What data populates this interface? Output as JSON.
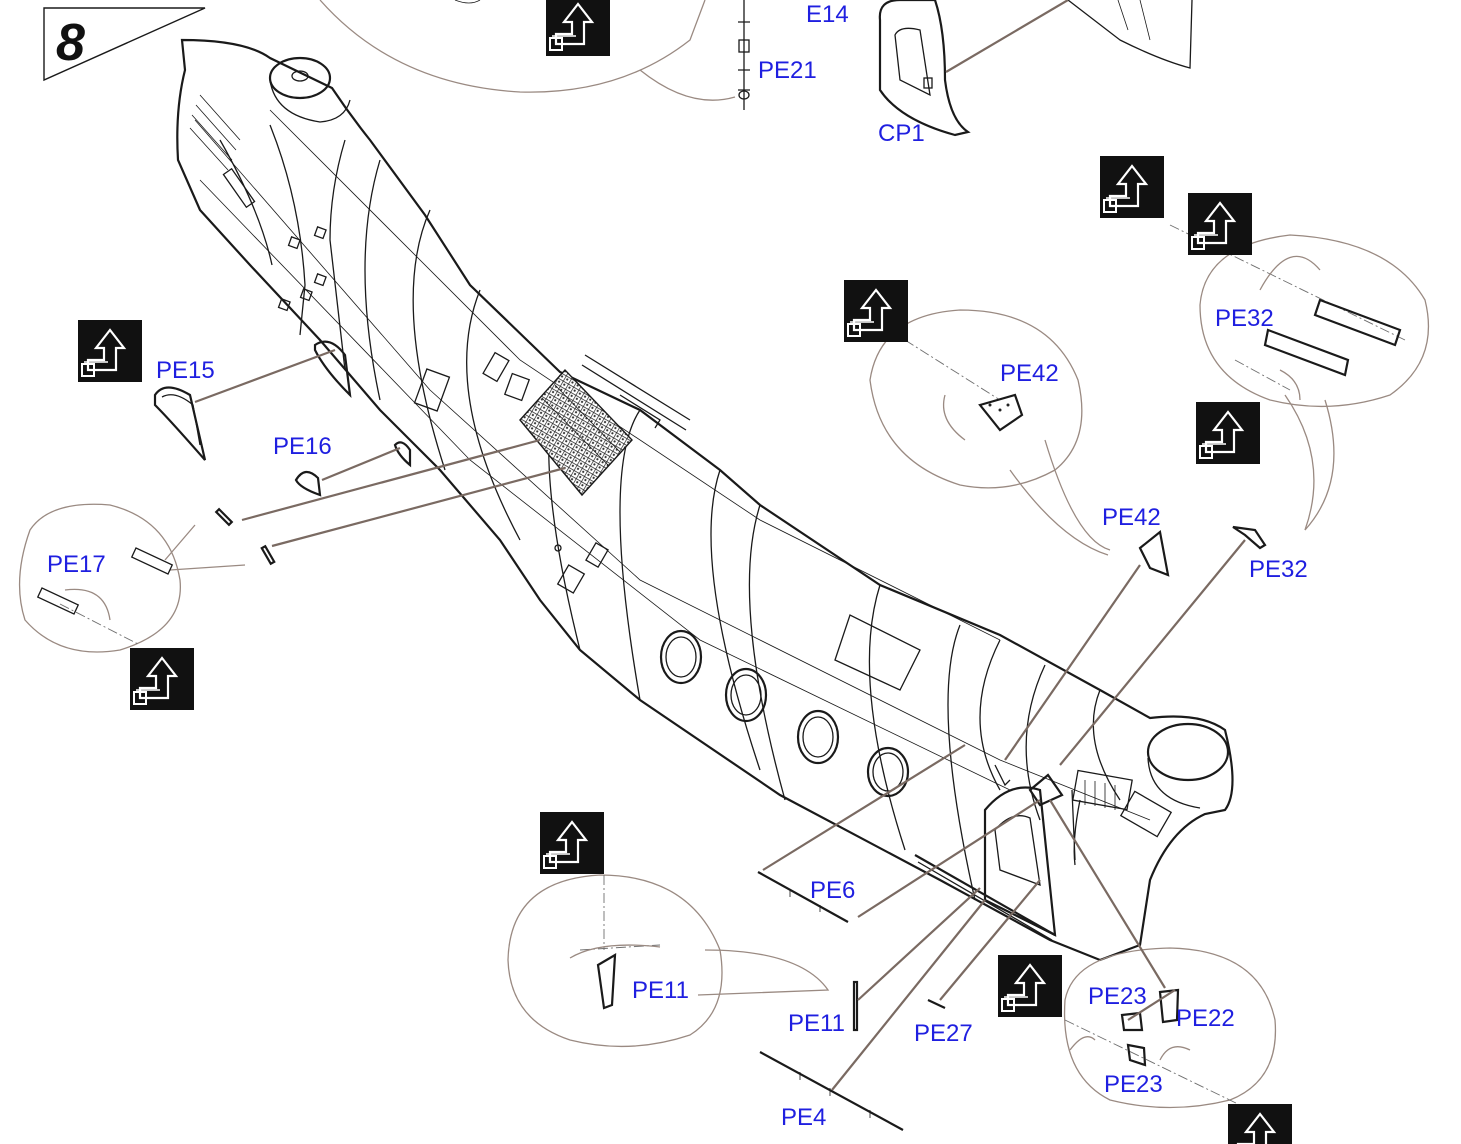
{
  "step": {
    "number": "8"
  },
  "colors": {
    "label": "#1f1fe0",
    "leader": "#7a6a62",
    "outline": "#1a1a1a",
    "detail_circle": "#9a8a82",
    "flip_icon_bg": "#111111"
  },
  "icons": {
    "flip_part": "flip-arrow-icon"
  },
  "labels": [
    {
      "id": "e14",
      "text": "E14"
    },
    {
      "id": "pe21",
      "text": "PE21"
    },
    {
      "id": "cp1",
      "text": "CP1"
    },
    {
      "id": "pe15",
      "text": "PE15"
    },
    {
      "id": "pe16",
      "text": "PE16"
    },
    {
      "id": "pe17",
      "text": "PE17"
    },
    {
      "id": "pe42_detail",
      "text": "PE42"
    },
    {
      "id": "pe42",
      "text": "PE42"
    },
    {
      "id": "pe32_detail",
      "text": "PE32"
    },
    {
      "id": "pe32",
      "text": "PE32"
    },
    {
      "id": "pe6",
      "text": "PE6"
    },
    {
      "id": "pe11_detail",
      "text": "PE11"
    },
    {
      "id": "pe11",
      "text": "PE11"
    },
    {
      "id": "pe27",
      "text": "PE27"
    },
    {
      "id": "pe4",
      "text": "PE4"
    },
    {
      "id": "pe23_top",
      "text": "PE23"
    },
    {
      "id": "pe22",
      "text": "PE22"
    },
    {
      "id": "pe23_bottom",
      "text": "PE23"
    }
  ]
}
